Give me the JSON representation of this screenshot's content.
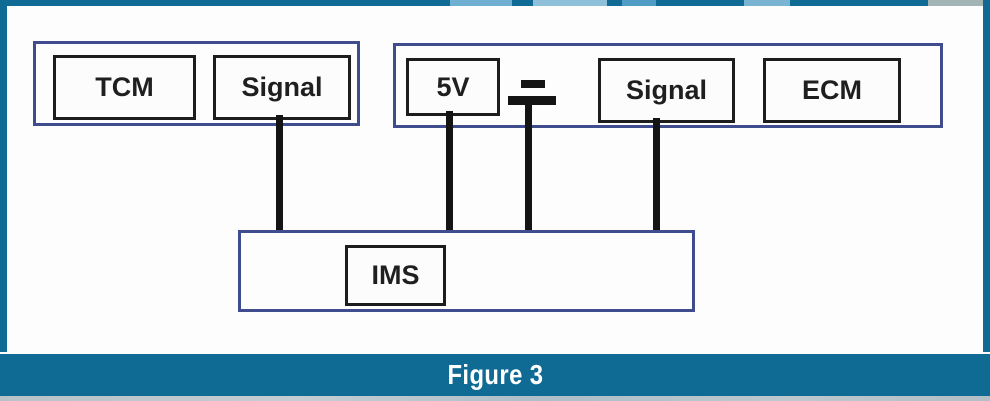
{
  "figure": {
    "caption": "Figure 3"
  },
  "colors": {
    "frame_teal": "#0f6a94",
    "container_border": "#3f4c8e",
    "box_border": "#1d1d1d",
    "wire": "#141414",
    "caption_text": "#ffffff"
  },
  "diagram": {
    "tcm_unit": {
      "tcm_label": "TCM",
      "signal_label": "Signal"
    },
    "ecm_unit": {
      "supply_label": "5V",
      "ground_icon": "ground-icon",
      "signal_label": "Signal",
      "ecm_label": "ECM"
    },
    "ims_unit": {
      "ims_label": "IMS"
    },
    "connections": [
      {
        "from": "TCM Signal",
        "to": "IMS"
      },
      {
        "from": "5V",
        "to": "IMS"
      },
      {
        "from": "Ground",
        "to": "IMS"
      },
      {
        "from": "ECM Signal",
        "to": "IMS"
      }
    ]
  }
}
